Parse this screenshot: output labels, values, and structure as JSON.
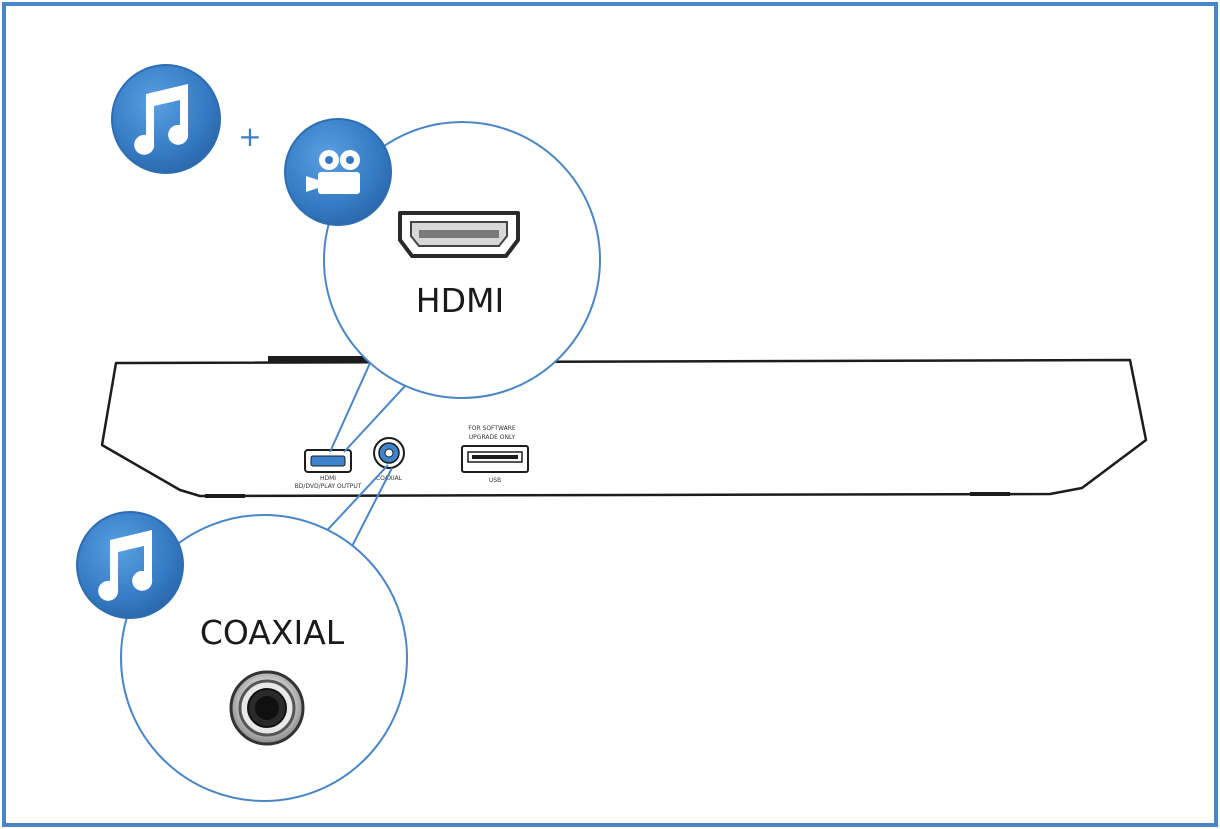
{
  "colors": {
    "frame": "#4a86c5",
    "accent": "#3d84cc",
    "callout_stroke": "#4a86c5",
    "icon_glyph": "#ffffff",
    "device_stroke": "#1c1c1c"
  },
  "icons": {
    "audio": "music-note-icon",
    "video": "video-camera-icon"
  },
  "plus": "+",
  "hdmi_callout": {
    "label": "HDMI"
  },
  "coaxial_callout": {
    "label": "COAXIAL"
  },
  "device": {
    "hdmi_port_label": "HDMI",
    "hdmi_port_sublabel": "BD/DVD/PLAY OUTPUT",
    "coax_port_label": "COAXIAL",
    "usb_note_line1": "FOR SOFTWARE",
    "usb_note_line2": "UPGRADE ONLY",
    "usb_label": "USB"
  }
}
